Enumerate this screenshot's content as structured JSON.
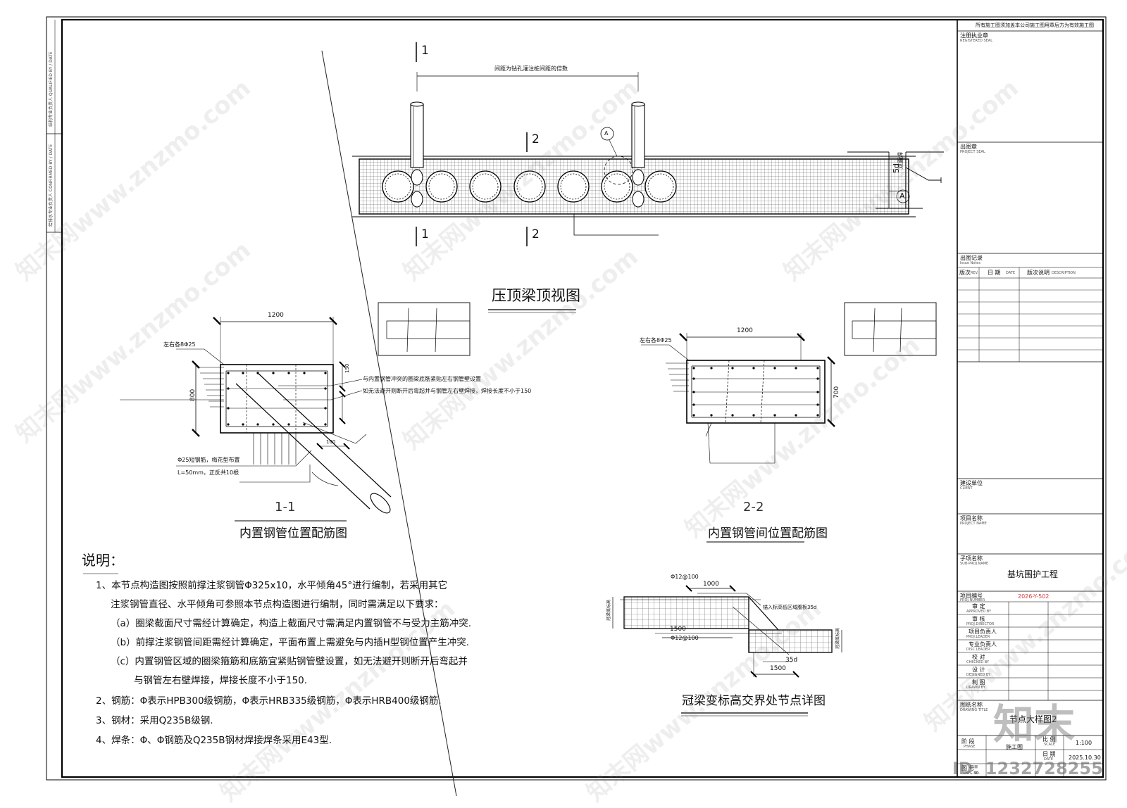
{
  "sidebar": {
    "label_top": "结构专业负责人 QUALIFIED BY / DATE",
    "label_bottom": "给排水专业负责人 CONFIRMED BY / DATE"
  },
  "plan_view": {
    "section_mark_1": "1",
    "section_mark_2": "2",
    "spacing_note": "间距为钻孔灌注桩间距的倍数",
    "detail_ref": "A",
    "caption": "压顶梁顶视图"
  },
  "detail_a": {
    "dimension": "5d",
    "weld_note": "双面焊",
    "ref": "A"
  },
  "section_1": {
    "width_dim": "1200",
    "height_dim": "800",
    "bar_note": "左右各8Φ25",
    "note_1": "与内置钢管冲突的圈梁底筋紧贴左右钢管壁设置",
    "note_2": "如无法避开则断开后弯起并与钢管左右壁焊接，焊接长度不小于150",
    "dim_150": "150",
    "dim_100": "100",
    "stud_note_1": "Φ25短钢筋，梅花型布置",
    "stud_note_2": "L=50mm，正反共10根",
    "label": "1-1",
    "caption": "内置钢管位置配筋图"
  },
  "section_2": {
    "width_dim": "1200",
    "height_dim": "700",
    "bar_note": "左右各8Φ25",
    "label": "2-2",
    "caption": "内置钢管间位置配筋图"
  },
  "crown_beam": {
    "dim_1000": "1000",
    "bar_top": "Φ12@100",
    "bar_bottom": "Φ12@100",
    "dim_1500a": "1500",
    "dim_1500b": "1500",
    "anchor_note": "锚入标高低区域腹板35d",
    "dim_35d": "35d",
    "left_label": "冠梁底标高",
    "right_label": "冠梁底标高",
    "caption": "冠梁变标高交界处节点详图"
  },
  "notes": {
    "title": "说明：",
    "lines": [
      "1、本节点构造图按照前撑注浆钢管Φ325x10，水平倾角45°进行编制，若采用其它",
      "注浆钢管直径、水平倾角可参照本节点构造图进行编制，同时需满足以下要求：",
      "（a）圈梁截面尺寸需经计算确定，构造上截面尺寸需满足内置钢管不与受力主筋冲突.",
      "（b）前撑注浆钢管间距需经计算确定，平面布置上需避免与内插H型钢位置产生冲突.",
      "（c）内置钢管区域的圈梁箍筋和底筋宜紧贴钢管壁设置，如无法避开则断开后弯起并",
      "与钢管左右壁焊接，焊接长度不小于150.",
      "2、钢筋：Φ表示HPB300级钢筋，Φ表示HRB335级钢筋，Φ表示HRB400级钢筋.",
      "3、钢材：采用Q235B级钢.",
      "4、焊条：Φ、Φ钢筋及Q235B钢材焊接焊条采用E43型."
    ]
  },
  "title_block": {
    "header": "所有施工图须加盖本公司施工图用章后方为有效施工图",
    "reg_seal": "注册执业章",
    "reg_seal_en": "REGISTERED SEAL",
    "project_seal": "出图章",
    "project_seal_en": "PROJECT SEAL",
    "issue_record": "出图记录",
    "issue_record_en": "Issue Notes",
    "rev_no": "版次",
    "rev_no_en": "REV.",
    "date_col": "日 期",
    "date_col_en": "DATE",
    "desc_col": "版次说明",
    "desc_col_en": "DESCRIPTION",
    "client": "建设单位",
    "client_en": "CLIENT",
    "project_name": "项目名称",
    "project_name_en": "PROJECT NAME",
    "sub_project": "子项名称",
    "sub_project_en": "SUB-PROJ.NAME",
    "sub_project_value": "基坑围护工程",
    "project_no": "项目编号",
    "project_no_en": "PROJ.NUMBER",
    "project_no_value": "2026-Y-502",
    "roles": [
      {
        "cn": "审 定",
        "en": "APPROVED BY"
      },
      {
        "cn": "审 核",
        "en": "PROJ.DIRECTOR"
      },
      {
        "cn": "项目负责人",
        "en": "PROJ.LEADER"
      },
      {
        "cn": "专业负责人",
        "en": "DISC.LEADER"
      },
      {
        "cn": "校 对",
        "en": "CHECKED BY"
      },
      {
        "cn": "设 计",
        "en": "DESIGNED BY"
      },
      {
        "cn": "制 图",
        "en": "DRAWN BY"
      }
    ],
    "drawing_title": "图纸名称",
    "drawing_title_en": "DRAWING TITLE",
    "drawing_title_value": "节点大样图2",
    "phase": "阶 段",
    "phase_en": "PHASE",
    "phase_value": "施工图",
    "scale": "比 例",
    "scale_en": "SCALE",
    "scale_value": "1:100",
    "date": "日 期",
    "date_en": "DATE",
    "date_value": "2025.10.30",
    "number": "图 号",
    "number_en": "DWG NO."
  },
  "watermark": {
    "site": "知末网www.znzmo.com",
    "brand": "知末",
    "id": "ID: 1232728255"
  }
}
